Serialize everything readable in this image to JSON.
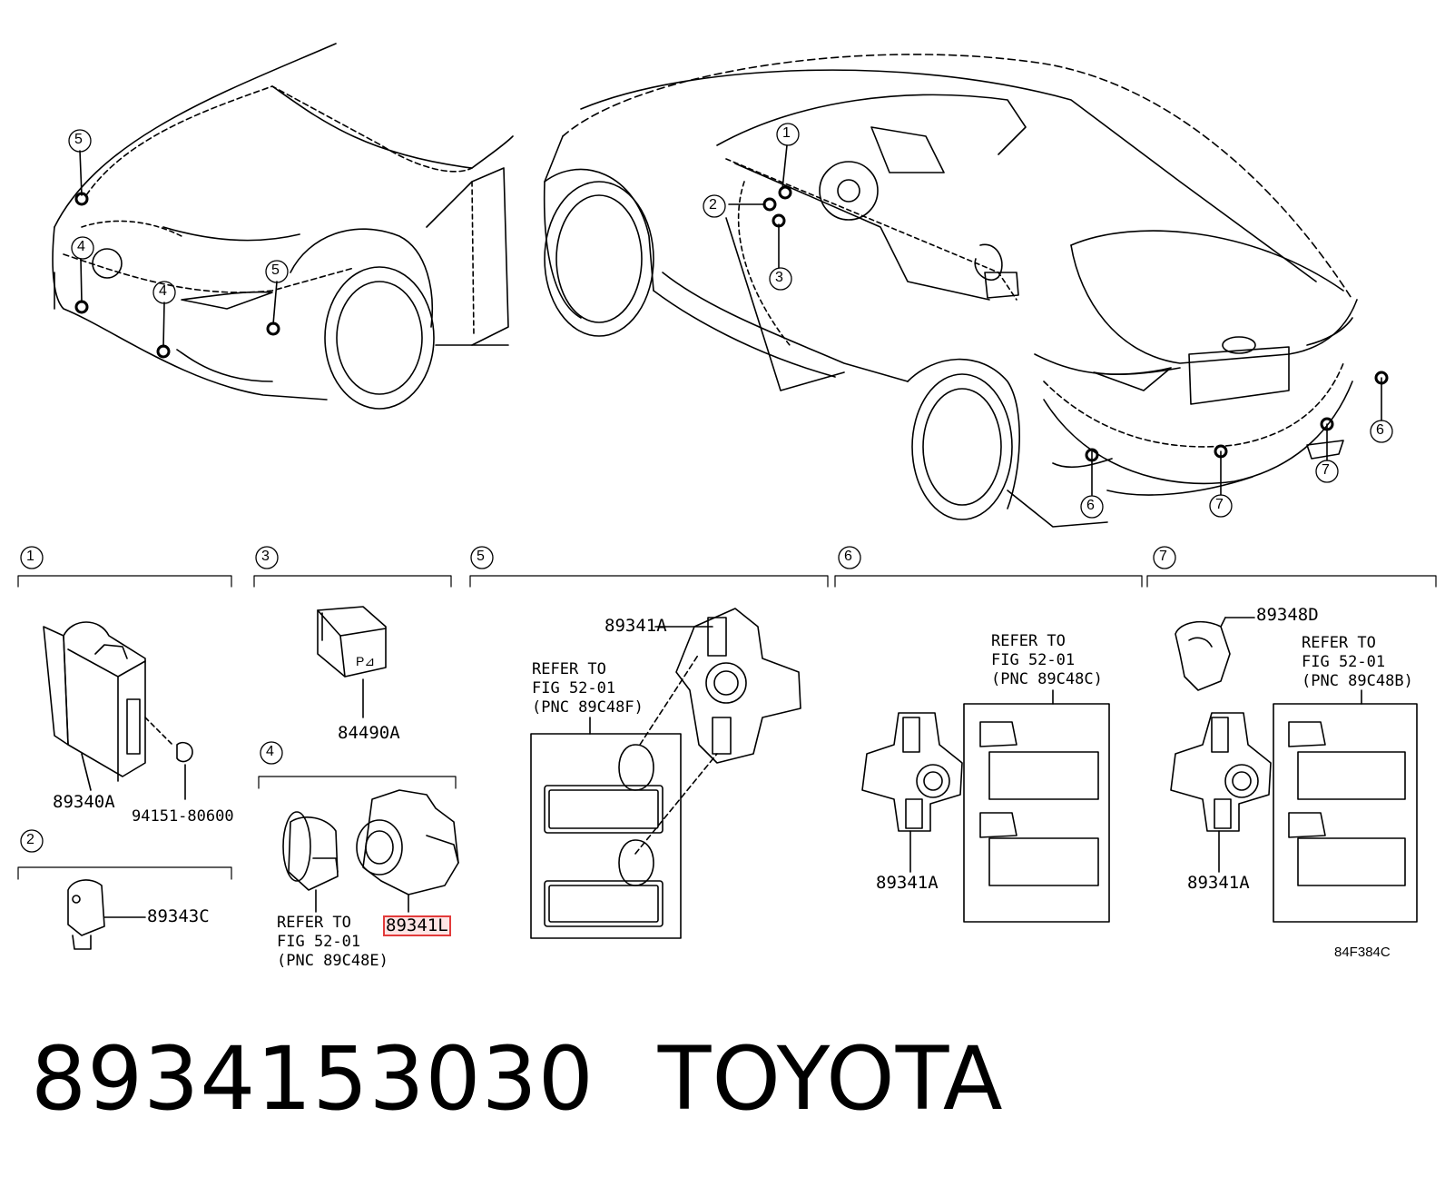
{
  "callouts": {
    "c1": "1",
    "c2": "2",
    "c3": "3",
    "c4": "4",
    "c5": "5",
    "c6": "6",
    "c7": "7"
  },
  "parts": {
    "p89340A": "89340A",
    "p94151": "94151-80600",
    "p84490A": "84490A",
    "p89343C": "89343C",
    "p89341L": "89341L",
    "p89341A_5": "89341A",
    "p89341A_6": "89341A",
    "p89341A_7": "89341A",
    "p89348D": "89348D"
  },
  "refer_notes": {
    "r4": "REFER TO\nFIG 52-01\n(PNC 89C48E)",
    "r5": "REFER TO\nFIG 52-01\n(PNC 89C48F)",
    "r6": "REFER TO\nFIG 52-01\n(PNC 89C48C)",
    "r7": "REFER TO\nFIG 52-01\n(PNC 89C48B)"
  },
  "diagram_code": "84F384C",
  "footer": {
    "part_number": "8934153030",
    "brand": "TOYOTA"
  },
  "colors": {
    "highlight": "#e23b3b",
    "ink": "#000000"
  },
  "highlighted_part": "89341L"
}
